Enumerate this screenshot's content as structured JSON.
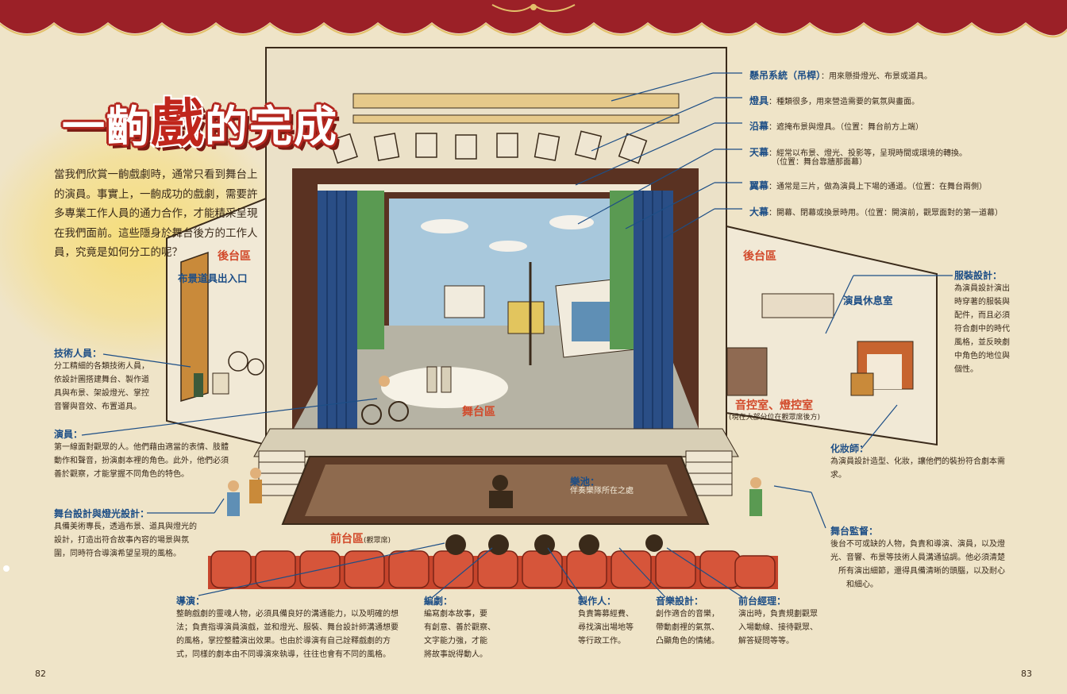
{
  "title": {
    "part1": "一齣",
    "part2": "戲",
    "part3": "的完成"
  },
  "intro": {
    "text": "當我們欣賞一齣戲劇時，通常只看到舞台上的演員。事實上，一齣成功的戲劇，需要許多專業工作人員的通力合作，才能精采呈現在我們面前。這些隱身於舞台後方的工作人員，究竟是如何分工的呢？"
  },
  "areas": {
    "backstage_left": "後台區",
    "backstage_right": "後台區",
    "scenery_entrance": "布景道具出入口",
    "stage": "舞台區",
    "front_area": "前台區",
    "front_area_note": "(觀眾席)",
    "orchestra_pit": "樂池：",
    "orchestra_pit_desc": "伴奏樂隊所在之處",
    "dressing_room": "演員休息室",
    "control_room": "音控室、燈控室",
    "control_room_note": "(現在大部分位在觀眾席後方)"
  },
  "top_labels": [
    {
      "name": "懸吊系統（吊桿）",
      "desc": "：用來懸掛燈光、布景或道具。"
    },
    {
      "name": "燈具",
      "desc": "：種類很多，用來營造需要的氣氛與畫面。"
    },
    {
      "name": "沿幕",
      "desc": "：遮掩布景與燈具。（位置：舞台前方上端）"
    },
    {
      "name": "天幕",
      "desc": "：經常以布景、燈光、投影等，呈現時間或環境的轉換。",
      "desc2": "（位置：舞台靠牆那面幕）"
    },
    {
      "name": "翼幕",
      "desc": "：通常是三片，做為演員上下場的通道。（位置：在舞台兩側）"
    },
    {
      "name": "大幕",
      "desc": "：開幕、閉幕或換景時用。（位置：開演前，觀眾面對的第一道幕）"
    }
  ],
  "left_labels": {
    "tech": {
      "name": "技術人員：",
      "desc": [
        "分工精細的各類技術人員，",
        "依設計圖搭建舞台、製作道",
        "具與布景、架設燈光、掌控",
        "音響與音效、布置道具。"
      ]
    },
    "actor": {
      "name": "演員：",
      "desc": [
        "第一線面對觀眾的人。他們藉由適當的表情、肢體",
        "動作和聲音，扮演劇本裡的角色。此外，他們必須",
        "善於觀察，才能掌握不同角色的特色。"
      ]
    },
    "designer": {
      "name": "舞台設計與燈光設計：",
      "desc": [
        "具備美術專長，透過布景、道具與燈光的",
        "設計，打造出符合故事內容的場景與氛",
        "圍，同時符合導演希望呈現的風格。"
      ]
    }
  },
  "right_labels": {
    "costume": {
      "name": "服裝設計：",
      "desc": [
        "為演員設計演出",
        "時穿著的服裝與",
        "配件，而且必須",
        "符合劇中的時代",
        "風格，並反映劇",
        "中角色的地位與",
        "個性。"
      ]
    },
    "makeup": {
      "name": "化妝師：",
      "desc": [
        "為演員設計造型、化妝，讓他們的裝扮符合劇本需",
        "求。"
      ]
    },
    "stage_manager": {
      "name": "舞台監督：",
      "desc": [
        "後台不可或缺的人物，負責和導演、演員，以及燈",
        "光、音響、布景等技術人員溝通協調。他必須清楚",
        "所有演出細節，還得具備清晰的頭腦，以及耐心",
        "和細心。"
      ]
    }
  },
  "bottom_labels": {
    "director": {
      "name": "導演：",
      "desc": [
        "整齣戲劇的靈魂人物，必須具備良好的溝通能力，以及明確的想",
        "法；負責指導演員演戲，並和燈光、服裝、舞台設計師溝通想要",
        "的風格，掌控整體演出效果。也由於導演有自己詮釋戲劇的方",
        "式，同樣的劇本由不同導演來執導，往往也會有不同的風格。"
      ]
    },
    "playwright": {
      "name": "編劇：",
      "desc": [
        "編寫劇本故事，要",
        "有創意、善於觀察、",
        "文字能力強，才能",
        "將故事說得動人。"
      ]
    },
    "producer": {
      "name": "製作人：",
      "desc": [
        "負責籌募經費、",
        "尋找演出場地等",
        "等行政工作。"
      ]
    },
    "composer": {
      "name": "音樂設計：",
      "desc": [
        "創作適合的音樂，",
        "帶動劇裡的氣氛、",
        "凸顯角色的情緒。"
      ]
    },
    "front_manager": {
      "name": "前台經理：",
      "desc": [
        "演出時，負責規劃觀眾",
        "入場動線、接待觀眾、",
        "解答疑問等等。"
      ]
    }
  },
  "page_numbers": {
    "left": "82",
    "right": "83"
  },
  "colors": {
    "label_blue": "#1d4e86",
    "area_red": "#d2492a",
    "curtain_red": "#8c1c22",
    "title_red": "#c0261c"
  }
}
